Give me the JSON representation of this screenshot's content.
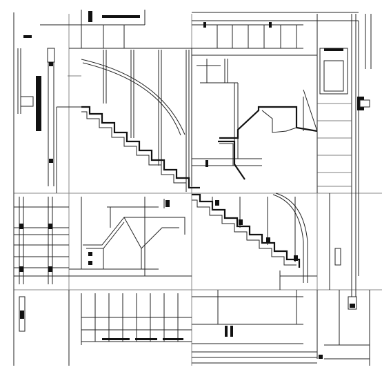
{
  "drawing": {
    "kind": "architectural stair section / elevation collage",
    "colors": {
      "line": "#222222",
      "background": "#ffffff",
      "hardware": "#111111"
    },
    "tiles": [
      "tile-top-left-wall-section",
      "tile-upper-stair-run",
      "tile-top-right-railing-elevation",
      "tile-right-column-detail",
      "tile-left-balustrade-elevation",
      "tile-landing-plan",
      "tile-lower-stair-run",
      "tile-bottom-left-post-detail",
      "tile-bottom-railing-elevation",
      "tile-bottom-right-base-detail"
    ]
  }
}
